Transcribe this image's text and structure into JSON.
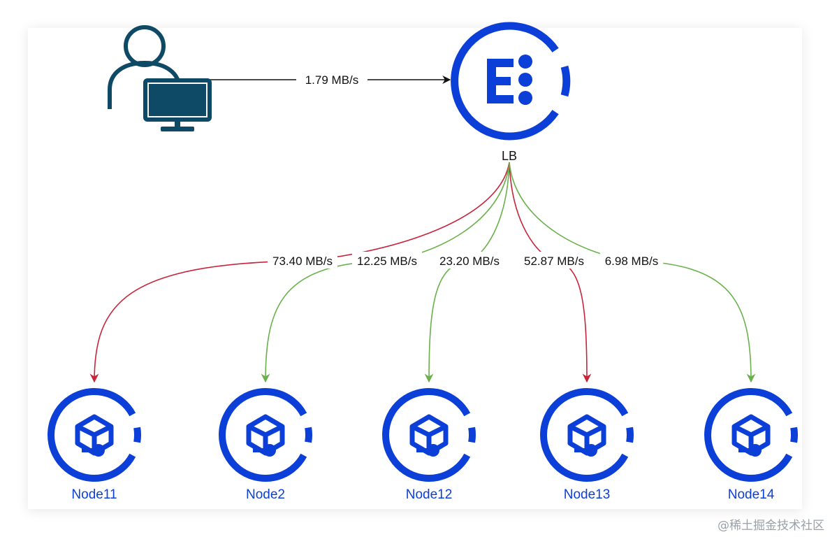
{
  "colors": {
    "accent": "#0b3fd8",
    "user_icon": "#0e4a66",
    "edge_hot": "#c8233a",
    "edge_ok": "#6ab04c",
    "edge_in": "#111111"
  },
  "client": {
    "icon": "user-with-monitor-icon",
    "inbound_rate": "1.79 MB/s"
  },
  "load_balancer": {
    "label": "LB",
    "icon": "elastic-load-balancer-icon"
  },
  "nodes": [
    {
      "label": "Node11",
      "rate": "73.40 MB/s",
      "status": "hot"
    },
    {
      "label": "Node2",
      "rate": "12.25 MB/s",
      "status": "ok"
    },
    {
      "label": "Node12",
      "rate": "23.20 MB/s",
      "status": "ok"
    },
    {
      "label": "Node13",
      "rate": "52.87 MB/s",
      "status": "hot"
    },
    {
      "label": "Node14",
      "rate": "6.98 MB/s",
      "status": "ok"
    }
  ],
  "watermark": "@稀土掘金技术社区"
}
